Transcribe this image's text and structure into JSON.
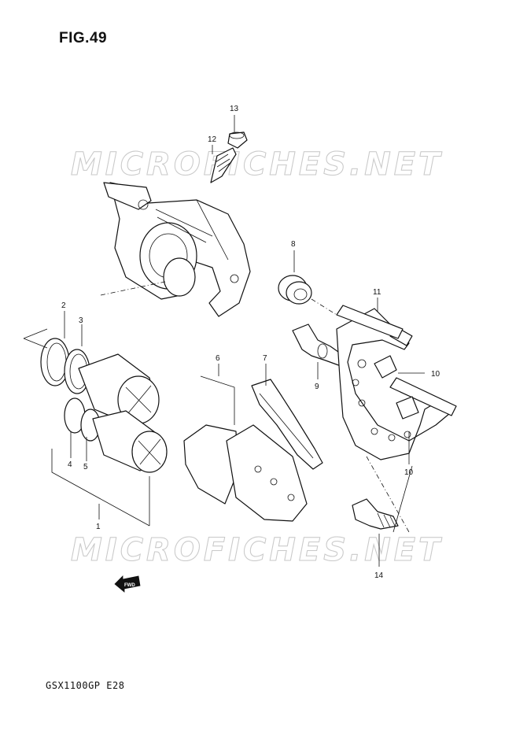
{
  "figure": {
    "title": "FIG.49",
    "model_code": "GSX1100GP  E28"
  },
  "watermark": {
    "text": "MICROFICHES.NET"
  },
  "fwd_arrow": {
    "label": "FWD",
    "icon": "fwd-arrow-icon"
  },
  "callouts": {
    "c1": "1",
    "c2": "2",
    "c3": "3",
    "c4": "4",
    "c5": "5",
    "c6": "6",
    "c7": "7",
    "c8": "8",
    "c9": "9",
    "c10a": "10",
    "c10b": "10",
    "c11": "11",
    "c12": "12",
    "c13": "13",
    "c14": "14"
  }
}
